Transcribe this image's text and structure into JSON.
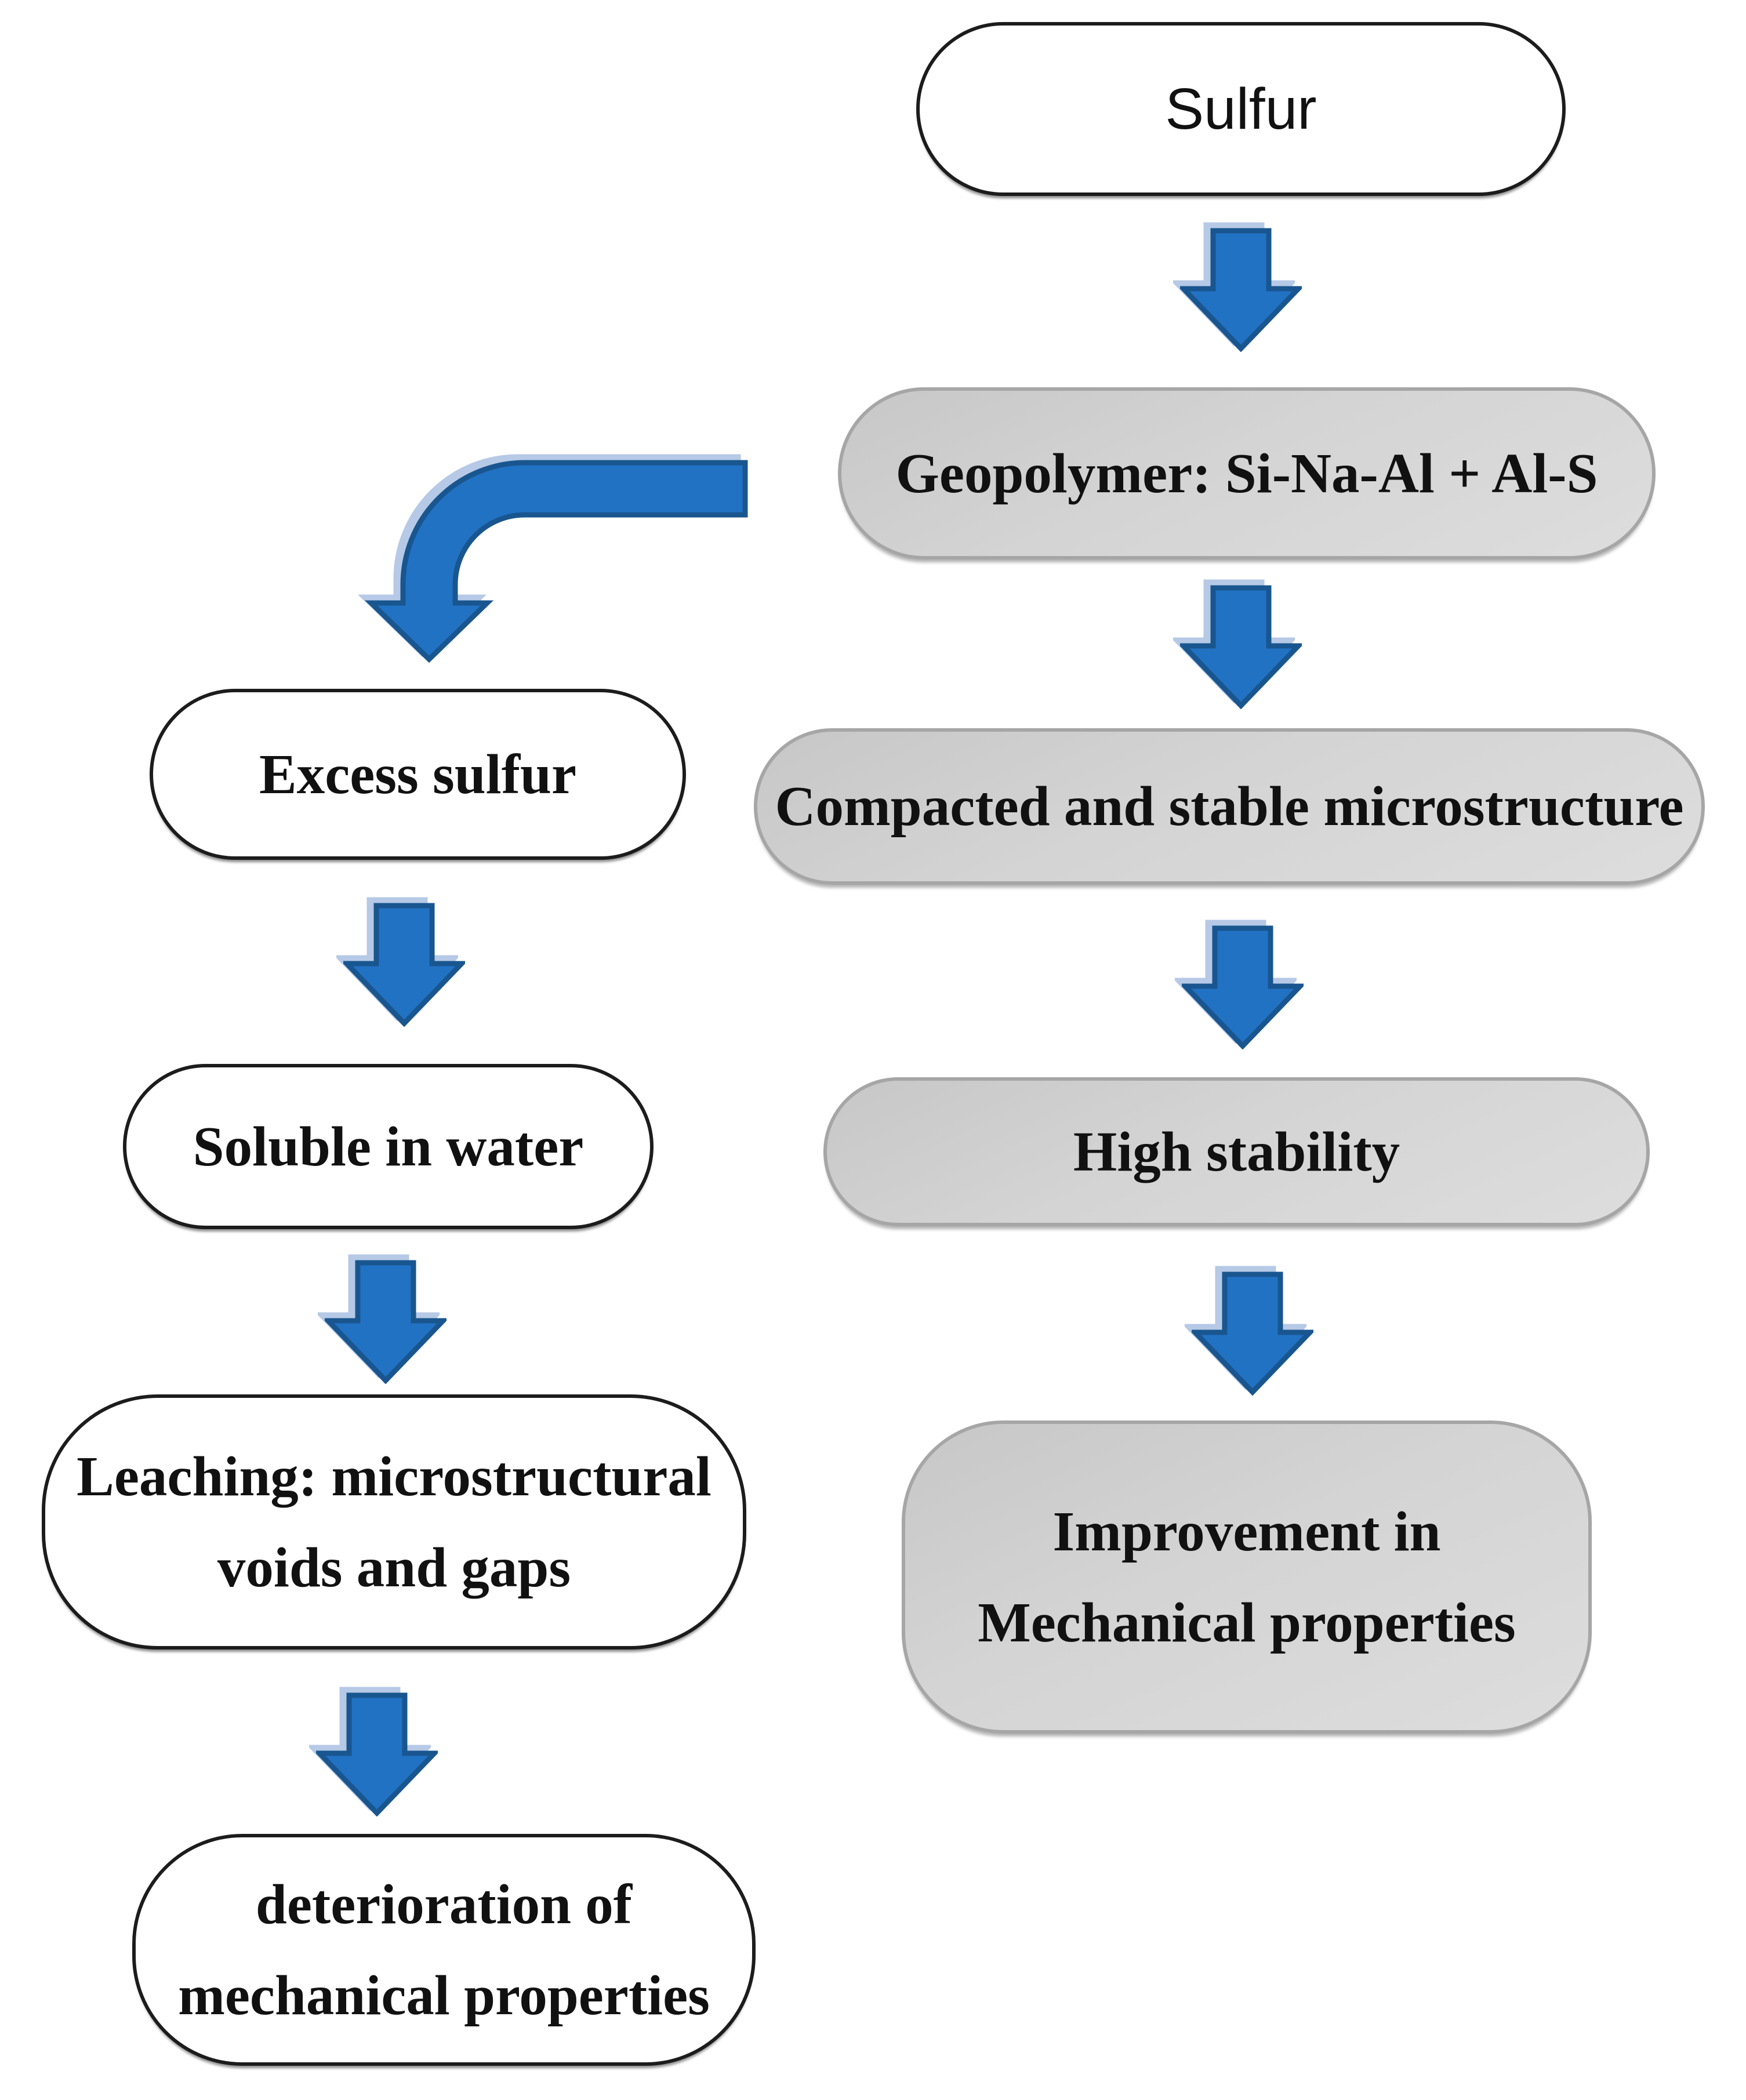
{
  "nodes": {
    "sulfur": {
      "label": "Sulfur"
    },
    "geopolymer": {
      "label": "Geopolymer: Si-Na-Al + Al-S"
    },
    "compacted": {
      "label": "Compacted and stable microstructure"
    },
    "high_stability": {
      "label": "High stability"
    },
    "improvement": {
      "label": "Improvement in\nMechanical properties"
    },
    "excess_sulfur": {
      "label": "Excess sulfur"
    },
    "soluble": {
      "label": "Soluble in water"
    },
    "leaching": {
      "label": "Leaching: microstructural\nvoids and gaps"
    },
    "deterioration": {
      "label": "deterioration of\nmechanical properties"
    }
  },
  "connections": [
    {
      "from": "Sulfur",
      "to": "Geopolymer: Si-Na-Al + Al-S",
      "style": "straight-down"
    },
    {
      "from": "Geopolymer: Si-Na-Al + Al-S",
      "to": "Compacted and stable microstructure",
      "style": "straight-down"
    },
    {
      "from": "Geopolymer: Si-Na-Al + Al-S",
      "to": "Excess sulfur",
      "style": "curved-left-down"
    },
    {
      "from": "Compacted and stable microstructure",
      "to": "High stability",
      "style": "straight-down"
    },
    {
      "from": "High stability",
      "to": "Improvement in Mechanical properties",
      "style": "straight-down"
    },
    {
      "from": "Excess sulfur",
      "to": "Soluble in water",
      "style": "straight-down"
    },
    {
      "from": "Soluble in water",
      "to": "Leaching: microstructural voids and gaps",
      "style": "straight-down"
    },
    {
      "from": "Leaching: microstructural voids and gaps",
      "to": "deterioration of mechanical properties",
      "style": "straight-down"
    }
  ],
  "colors": {
    "arrow_fill": "#2272C4",
    "arrow_stroke": "#19568F",
    "arrow_shadow": "#B6C9E6",
    "gray_node_fill": "#D3D3D3",
    "gray_node_border": "#A6A6A6",
    "white_node_fill": "#FFFFFF",
    "white_node_border": "#1C1C1C",
    "text": "#111111",
    "background": "#FFFFFF"
  }
}
